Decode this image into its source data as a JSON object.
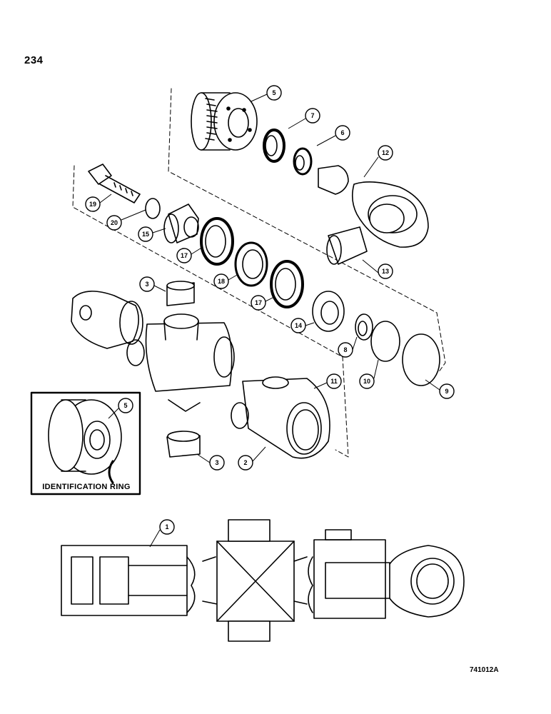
{
  "page": {
    "number": "234",
    "drawing_code": "741012A"
  },
  "inset": {
    "caption": "IDENTIFICATION RING",
    "callout": "5"
  },
  "callouts": {
    "c1": "1",
    "c2": "2",
    "c3a": "3",
    "c3b": "3",
    "c5": "5",
    "c6": "6",
    "c7": "7",
    "c8": "8",
    "c9": "9",
    "c10": "10",
    "c11": "11",
    "c12": "12",
    "c13": "13",
    "c14": "14",
    "c15": "15",
    "c17a": "17",
    "c17b": "17",
    "c18": "18",
    "c19": "19",
    "c20": "20"
  }
}
